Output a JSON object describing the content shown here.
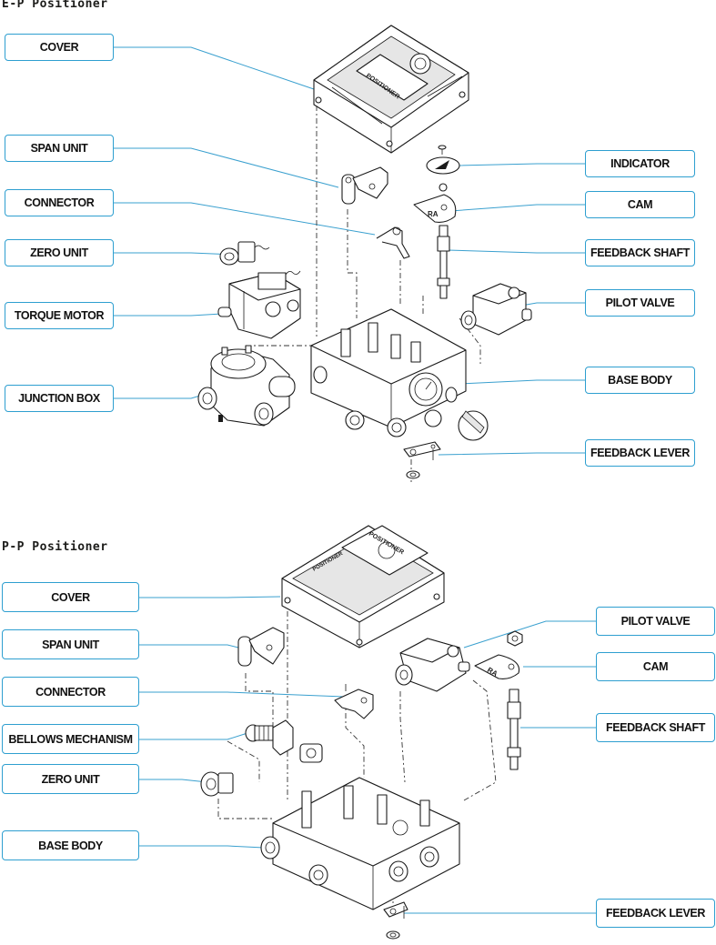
{
  "sections": {
    "ep": {
      "title": "E-P Positioner",
      "cover_text": "POSITIONER",
      "cam_text": "RA",
      "labels": {
        "cover": "COVER",
        "span_unit": "SPAN UNIT",
        "connector": "CONNECTOR",
        "zero_unit": "ZERO UNIT",
        "torque_motor": "TORQUE MOTOR",
        "junction_box": "JUNCTION BOX",
        "indicator": "INDICATOR",
        "cam": "CAM",
        "feedback_shaft": "FEEDBACK SHAFT",
        "pilot_valve": "PILOT VALVE",
        "base_body": "BASE BODY",
        "feedback_lever": "FEEDBACK LEVER"
      }
    },
    "pp": {
      "title": "P-P Positioner",
      "cover_text": "POSITIONER",
      "cam_text": "RA",
      "labels": {
        "cover": "COVER",
        "span_unit": "SPAN UNIT",
        "connector": "CONNECTOR",
        "bellows_mechanism": "BELLOWS MECHANISM",
        "zero_unit": "ZERO UNIT",
        "base_body": "BASE BODY",
        "pilot_valve": "PILOT VALVE",
        "cam": "CAM",
        "feedback_shaft": "FEEDBACK SHAFT",
        "feedback_lever": "FEEDBACK LEVER"
      }
    }
  },
  "colors": {
    "callout_border": "#2e9fd0",
    "leader_line": "#3aa0cf",
    "ink": "#1b1b1b"
  }
}
